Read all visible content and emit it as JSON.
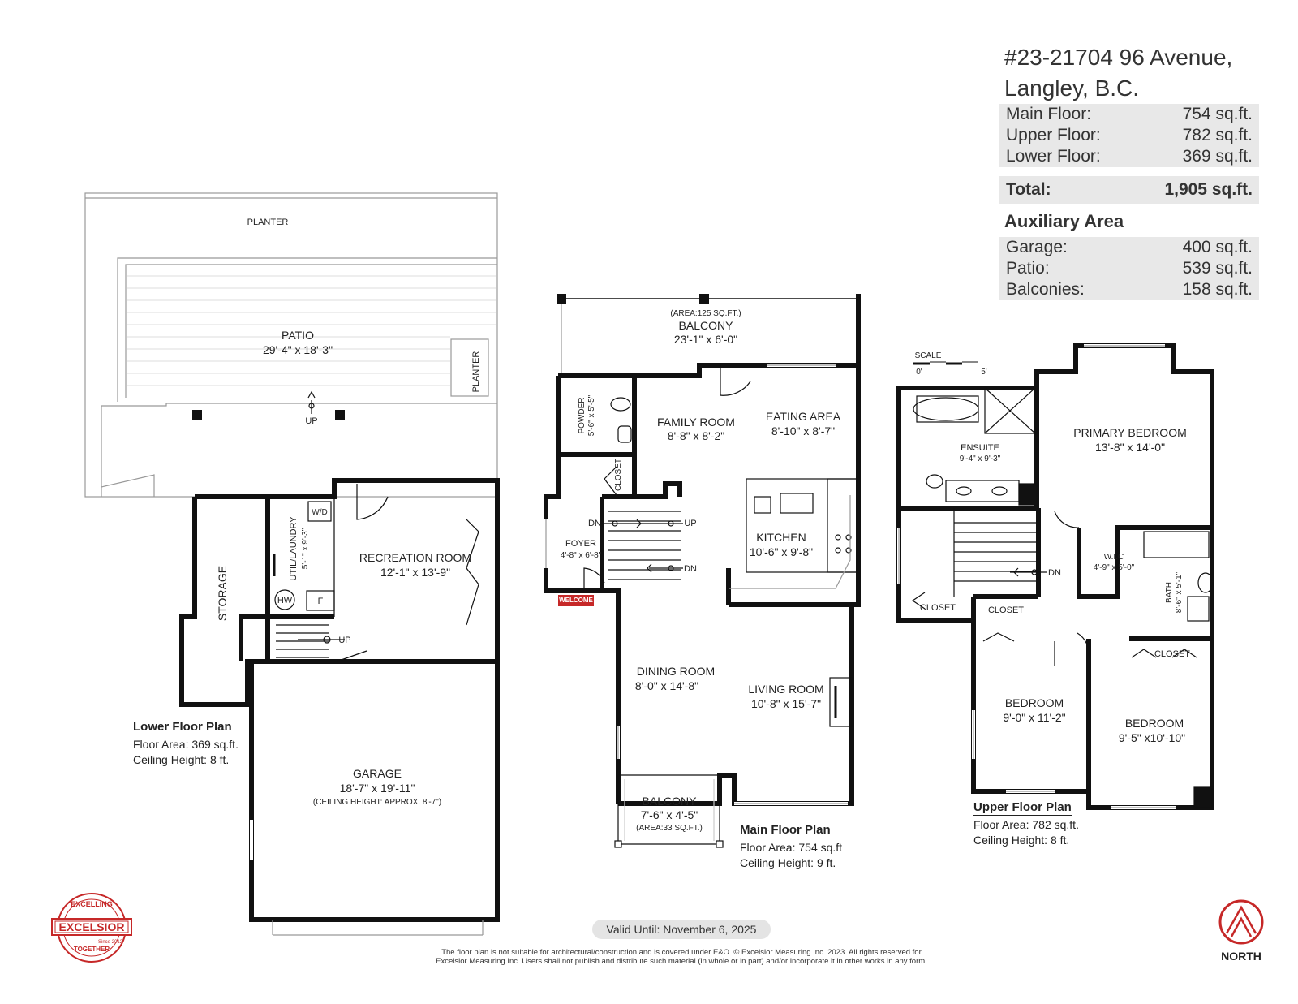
{
  "title": {
    "address_line1": "#23-21704 96 Avenue,",
    "address_line2": "Langley, B.C."
  },
  "areas": {
    "main": {
      "label": "Main Floor:",
      "value": "754 sq.ft."
    },
    "upper": {
      "label": "Upper Floor:",
      "value": "782 sq.ft."
    },
    "lower": {
      "label": "Lower Floor:",
      "value": "369 sq.ft."
    },
    "total": {
      "label": "Total:",
      "value": "1,905 sq.ft."
    }
  },
  "auxiliary": {
    "title": "Auxiliary Area",
    "garage": {
      "label": "Garage:",
      "value": "400 sq.ft."
    },
    "patio": {
      "label": "Patio:",
      "value": "539 sq.ft."
    },
    "balconies": {
      "label": "Balconies:",
      "value": "158 sq.ft."
    }
  },
  "lower_plan": {
    "title": "Lower Floor Plan",
    "area": "Floor Area: 369 sq.ft.",
    "ceiling": "Ceiling Height: 8 ft.",
    "rooms": {
      "planter_top": "PLANTER",
      "patio": "PATIO",
      "patio_dim": "29'-4\" x 18'-3\"",
      "planter_side": "PLANTER",
      "patio_up": "UP",
      "storage": "STORAGE",
      "util": "UTIL/LAUNDRY",
      "util_dim": "5'-1\" x 9'-3\"",
      "wd": "W/D",
      "hw": "HW",
      "f": "F",
      "rec": "RECREATION ROOM",
      "rec_dim": "12'-1\" x 13'-9\"",
      "stairs_up": "UP",
      "garage": "GARAGE",
      "garage_dim": "18'-7\" x 19'-11\"",
      "garage_note": "(CEILING HEIGHT: APPROX. 8'-7\")"
    }
  },
  "main_plan": {
    "title": "Main Floor Plan",
    "area": "Floor Area: 754 sq.ft",
    "ceiling": "Ceiling Height: 9 ft.",
    "rooms": {
      "balcony_area": "(AREA:125 SQ.FT.)",
      "balcony": "BALCONY",
      "balcony_dim": "23'-1\" x 6'-0\"",
      "powder": "POWDER",
      "powder_dim": "5'-6\" x 5'-5\"",
      "closet": "CLOSET",
      "family": "FAMILY ROOM",
      "family_dim": "8'-8\" x 8'-2\"",
      "eating": "EATING AREA",
      "eating_dim": "8'-10\" x 8'-7\"",
      "dn1": "DN",
      "up1": "UP",
      "foyer": "FOYER",
      "foyer_dim": "4'-8\" x 6'-8\"",
      "dn2": "DN",
      "kitchen": "KITCHEN",
      "kitchen_dim": "10'-6\" x 9'-8\"",
      "welcome": "WELCOME",
      "dining": "DINING ROOM",
      "dining_dim": "8'-0\" x 14'-8\"",
      "living": "LIVING ROOM",
      "living_dim": "10'-8\" x 15'-7\"",
      "balcony2": "BALCONY",
      "balcony2_dim": "7'-6\" x 4'-5\"",
      "balcony2_area": "(AREA:33 SQ.FT.)"
    }
  },
  "upper_plan": {
    "title": "Upper Floor Plan",
    "area": "Floor Area: 782 sq.ft.",
    "ceiling": "Ceiling Height: 8 ft.",
    "scale": "SCALE",
    "scale_0": "0'",
    "scale_5": "5'",
    "rooms": {
      "ensuite": "ENSUITE",
      "ensuite_dim": "9'-4\" x 9'-3\"",
      "primary": "PRIMARY BEDROOM",
      "primary_dim": "13'-8\" x 14'-0\"",
      "wic": "W.I.C",
      "wic_dim": "4'-9\" x 5'-0\"",
      "bath": "BATH",
      "bath_dim": "8'-6\" x 5'-1\"",
      "dn": "DN",
      "closet1": "CLOSET",
      "closet2": "CLOSET",
      "closet3": "CLOSET",
      "bed1": "BEDROOM",
      "bed1_dim": "9'-0\" x 11'-2\"",
      "bed2": "BEDROOM",
      "bed2_dim": "9'-5\" x10'-10\""
    }
  },
  "footer": {
    "valid": "Valid Until: November 6, 2025",
    "disclaimer1": "The floor plan is not suitable for architectural/construction and is covered under E&O. © Excelsior Measuring Inc. 2023. All rights reserved for",
    "disclaimer2": "Excelsior Measuring Inc. Users shall not publish and distribute such material (in whole or in part) and/or incorporate it in other works in any form.",
    "logo": {
      "top": "EXCELLING",
      "name": "EXCELSIOR",
      "bottom": "TOGETHER",
      "since": "Since 2012"
    },
    "north": "NORTH"
  },
  "colors": {
    "wall": "#111111",
    "logo_red": "#c62828",
    "shade": "#e8e8e8"
  }
}
